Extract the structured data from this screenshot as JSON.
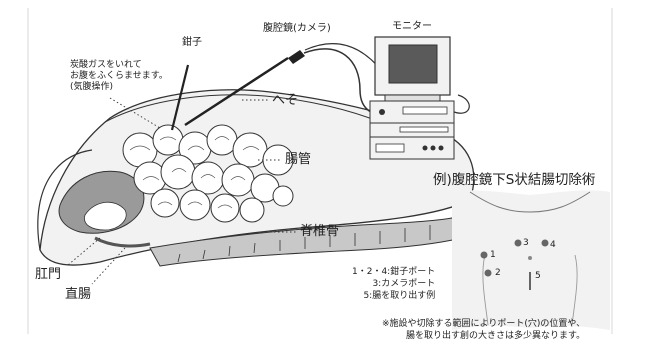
{
  "labels": {
    "forceps": "鉗子",
    "laparoscope": "腹腔鏡(カメラ)",
    "monitor": "モニター",
    "gas_note": [
      "炭酸ガスをいれて",
      "お腹をふくらませます。",
      "(気腹操作)"
    ],
    "navel": "へそ",
    "intestine": "腸管",
    "spine": "脊椎骨",
    "anus": "肛門",
    "rectum": "直腸"
  },
  "example": {
    "title": "例)腹腔鏡下S状結腸切除術",
    "ports": [
      {
        "number": "1"
      },
      {
        "number": "2"
      },
      {
        "number": "3"
      },
      {
        "number": "4"
      },
      {
        "number": "5"
      }
    ],
    "legend": [
      "1・2・4:鉗子ポート",
      "3:カメラポート",
      "5:腸を取り出す例"
    ]
  },
  "footnote": [
    "※施設や切除する範囲によりポート(穴)の位置や、",
    "腸を取り出す創の大きさは多少異なります。"
  ],
  "colors": {
    "skin": "#f2f2f2",
    "outline": "#333333",
    "intestine_fill": "#ffffff",
    "organ_shade": "#9a9a9a",
    "spine_fill": "#c8c8c8",
    "screen": "#5a5a5a",
    "frame": "#d8d8d8"
  }
}
